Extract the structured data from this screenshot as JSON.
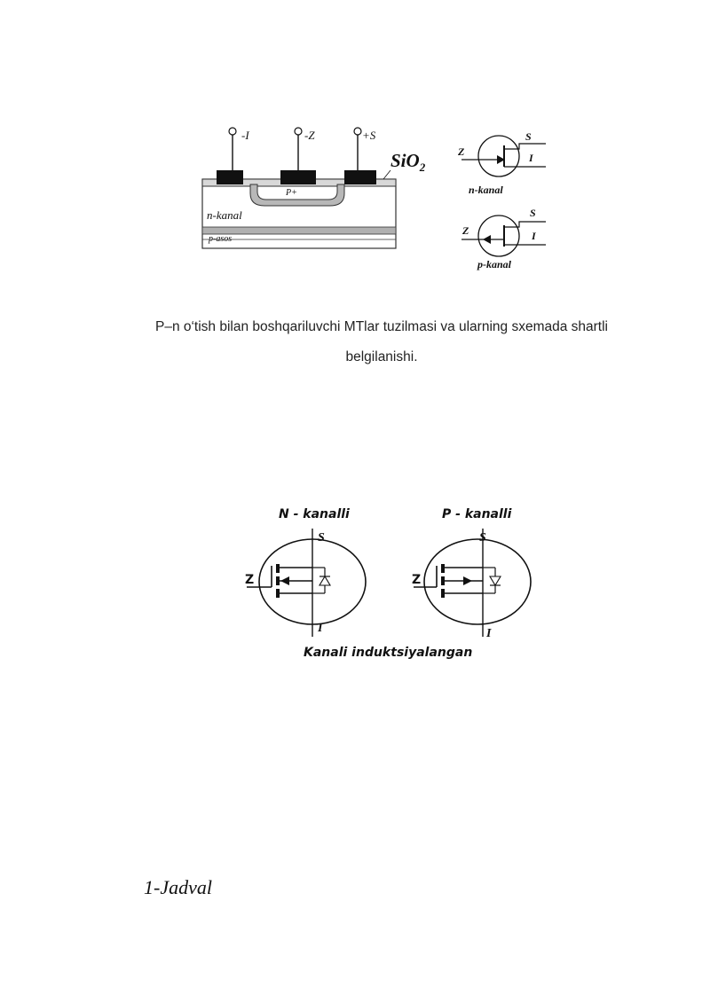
{
  "figure1": {
    "electrode_drain": "-I",
    "electrode_gate": "-Z",
    "electrode_source": "+S",
    "oxide_label": "SiO",
    "oxide_subscript": "2",
    "p_region_label": "P+",
    "channel_layer_label": "n-kanal",
    "substrate_label": "p-asos",
    "symbol_n": {
      "gate": "Z",
      "source": "S",
      "drain": "I",
      "caption": "n-kanal"
    },
    "symbol_p": {
      "gate": "Z",
      "source": "S",
      "drain": "I",
      "caption": "p-kanal"
    }
  },
  "caption": {
    "line1": "P–n o‘tish bilan boshqariluvchi MTlar tuzilmasi va ularning sxemada shartli",
    "line2": "belgilanishi."
  },
  "figure2": {
    "n_title": "N - kanalli",
    "p_title": "P - kanalli",
    "n_gate": "Z",
    "n_source": "S",
    "n_drain": "I",
    "p_gate": "Z",
    "p_source": "S",
    "p_drain": "I",
    "bottom_caption": "Kanali induktsiyalangan"
  },
  "table_label": "1-Jadval"
}
